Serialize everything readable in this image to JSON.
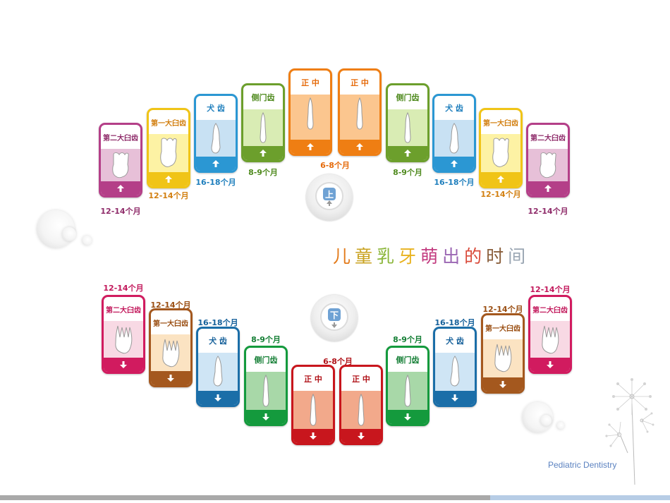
{
  "title_chars": [
    {
      "c": "儿",
      "color": "#e37b1b"
    },
    {
      "c": "童",
      "color": "#c9a21f"
    },
    {
      "c": "乳",
      "color": "#8bb63a"
    },
    {
      "c": "牙",
      "color": "#e8b21e"
    },
    {
      "c": "萌",
      "color": "#c33c80"
    },
    {
      "c": "出",
      "color": "#9b66b3"
    },
    {
      "c": "的",
      "color": "#d94a3a"
    },
    {
      "c": "时",
      "color": "#8a5e3b"
    },
    {
      "c": "间",
      "color": "#9aa6b3"
    }
  ],
  "jaw": {
    "upper": "上",
    "lower": "下"
  },
  "footer": "Pediatric Dentistry",
  "upper": [
    {
      "name": "第二大臼齿",
      "age": "12-14个月",
      "color": "#b43f88",
      "body": "#e7c0d8",
      "text": "#8f2c6a",
      "type": "molar"
    },
    {
      "name": "第一大臼齿",
      "age": "12-14个月",
      "color": "#f0c417",
      "body": "#fdf2a4",
      "text": "#d27f10",
      "type": "molar"
    },
    {
      "name": "犬 齿",
      "age": "16-18个月",
      "color": "#2b97d3",
      "body": "#c8e1f3",
      "text": "#1f7fbd",
      "type": "canine"
    },
    {
      "name": "侧门齿",
      "age": "8-9个月",
      "color": "#6c9f2c",
      "body": "#d9ecb4",
      "text": "#4f8a1e",
      "type": "incisor"
    },
    {
      "name": "正 中",
      "age": "6-8个月",
      "color": "#ef7e13",
      "body": "#fbc68f",
      "text": "#e56a0a",
      "type": "incisor"
    },
    {
      "name": "正 中",
      "age": "",
      "color": "#ef7e13",
      "body": "#fbc68f",
      "text": "#e56a0a",
      "type": "incisor"
    },
    {
      "name": "侧门齿",
      "age": "8-9个月",
      "color": "#6c9f2c",
      "body": "#d9ecb4",
      "text": "#4f8a1e",
      "type": "incisor"
    },
    {
      "name": "犬 齿",
      "age": "16-18个月",
      "color": "#2b97d3",
      "body": "#c8e1f3",
      "text": "#1f7fbd",
      "type": "canine"
    },
    {
      "name": "第一大臼齿",
      "age": "12-14个月",
      "color": "#f0c417",
      "body": "#fdf2a4",
      "text": "#d27f10",
      "type": "molar"
    },
    {
      "name": "第二大臼齿",
      "age": "12-14个月",
      "color": "#b43f88",
      "body": "#e7c0d8",
      "text": "#8f2c6a",
      "type": "molar"
    }
  ],
  "lower": [
    {
      "name": "第二大臼齿",
      "age": "12-14个月",
      "color": "#d11b5f",
      "body": "#f8d9e4",
      "text": "#c2185b",
      "type": "molar"
    },
    {
      "name": "第一大臼齿",
      "age": "12-14个月",
      "color": "#a4581e",
      "body": "#fbe3c2",
      "text": "#9a4e12",
      "type": "molar"
    },
    {
      "name": "犬 齿",
      "age": "16-18个月",
      "color": "#1b6ea8",
      "body": "#cfe5f5",
      "text": "#15609a",
      "type": "canine"
    },
    {
      "name": "侧门齿",
      "age": "8-9个月",
      "color": "#149a3d",
      "body": "#a8d8a8",
      "text": "#137e34",
      "type": "incisor"
    },
    {
      "name": "正 中",
      "age": "6-8个月",
      "color": "#c8161d",
      "body": "#f2a98b",
      "text": "#b01218",
      "type": "incisor"
    },
    {
      "name": "正 中",
      "age": "",
      "color": "#c8161d",
      "body": "#f2a98b",
      "text": "#b01218",
      "type": "incisor"
    },
    {
      "name": "侧门齿",
      "age": "8-9个月",
      "color": "#149a3d",
      "body": "#a8d8a8",
      "text": "#137e34",
      "type": "incisor"
    },
    {
      "name": "犬 齿",
      "age": "16-18个月",
      "color": "#1b6ea8",
      "body": "#cfe5f5",
      "text": "#15609a",
      "type": "canine"
    },
    {
      "name": "第一大臼齿",
      "age": "12-14个月",
      "color": "#a4581e",
      "body": "#fbe3c2",
      "text": "#9a4e12",
      "type": "molar"
    },
    {
      "name": "第二大臼齿",
      "age": "12-14个月",
      "color": "#d11b5f",
      "body": "#f8d9e4",
      "text": "#c2185b",
      "type": "molar"
    }
  ]
}
